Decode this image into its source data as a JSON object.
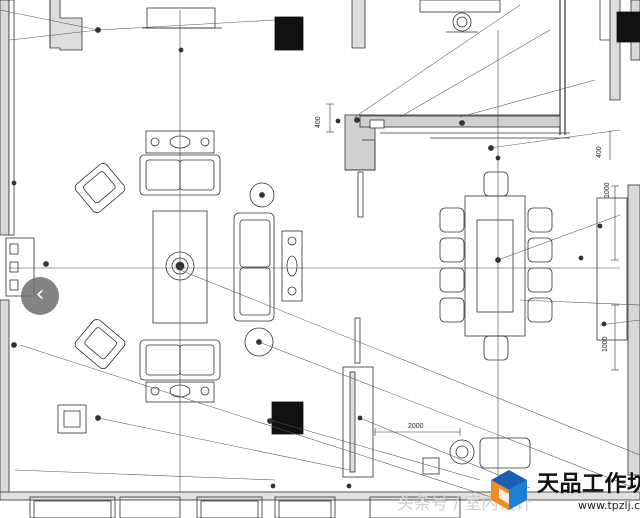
{
  "dimensions": {
    "d400_top": "400",
    "d400_right": "400",
    "d1000_right_top": "1000",
    "d1000_right_bottom": "1000",
    "d2000_bottom": "2000"
  },
  "watermark": {
    "source_text": "头条号 / 室内设计",
    "brand_name": "天品工作坊",
    "brand_url": "www.tpzlj.com"
  },
  "icons": {
    "prev": "chevron-left-icon"
  },
  "colors": {
    "wall_fill": "#111111",
    "line": "#333333",
    "logo_blue": "#1a5fb4",
    "logo_orange": "#f08a24"
  }
}
